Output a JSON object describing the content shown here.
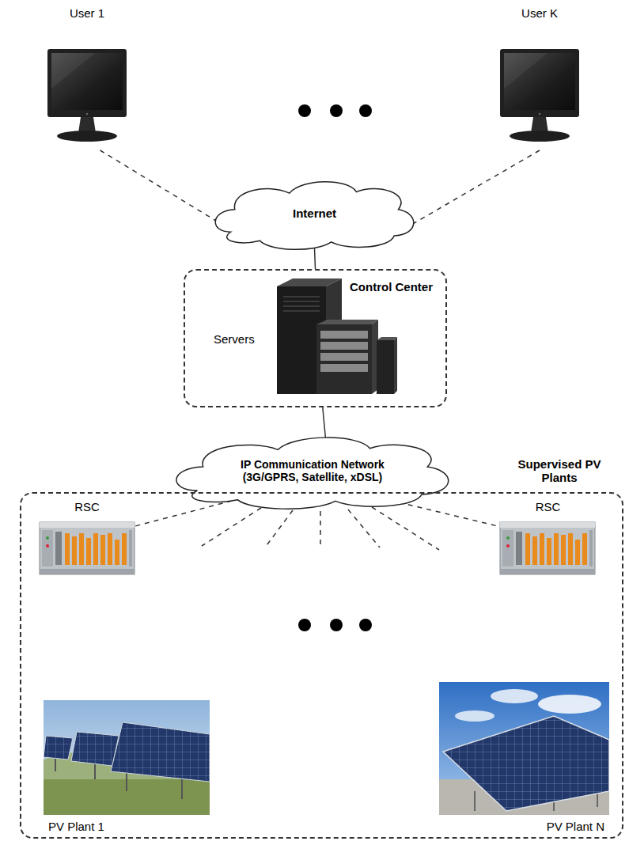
{
  "diagram": {
    "nodes": [
      {
        "text": [
          "User 1"
        ]
      },
      {
        "text": [
          "User K"
        ]
      },
      {
        "text": [
          "Internet"
        ]
      },
      {
        "text": [
          "Control Center"
        ]
      },
      {
        "text": [
          "Servers"
        ],
        "in": 3
      },
      {
        "text": [
          "IP Communication Network (3G/GPRS, Satellite, xDSL)"
        ]
      },
      {
        "text": [
          "Supervised PV Plants"
        ]
      },
      {
        "text": [
          "RSC"
        ],
        "in": 6
      },
      {
        "text": [
          "PV Plant 1"
        ],
        "in": 6
      },
      {
        "text": [
          "RSC"
        ],
        "in": 6
      },
      {
        "text": [
          "PV Plant N"
        ],
        "in": 6
      }
    ],
    "edges": [
      {
        "from": 0,
        "to": 2,
        "arrow": "none"
      },
      {
        "from": 1,
        "to": 2,
        "arrow": "none"
      },
      {
        "from": 2,
        "to": 3,
        "arrow": "none"
      },
      {
        "from": 3,
        "to": 5,
        "arrow": "none"
      },
      {
        "from": 5,
        "to": 7,
        "arrow": "none"
      },
      {
        "from": 5,
        "to": 9,
        "arrow": "none"
      }
    ]
  }
}
